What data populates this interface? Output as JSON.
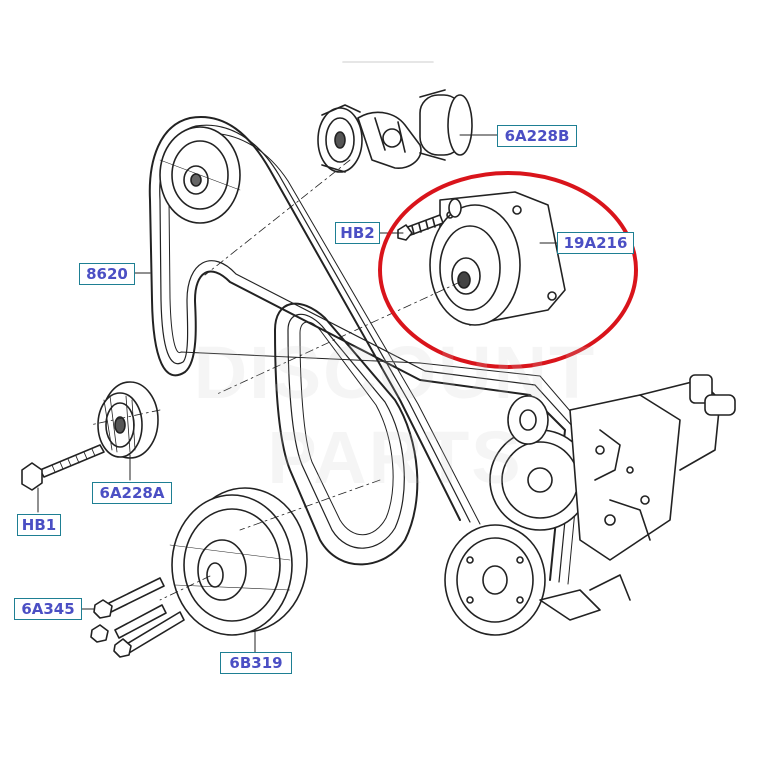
{
  "labels": {
    "tensioner": "6A228B",
    "bolt_hb2": "HB2",
    "pulley_19a216": "19A216",
    "belt": "8620",
    "idler": "6A228A",
    "bolt_hb1": "HB1",
    "bolts_6a345": "6A345",
    "crank_pulley": "6B319"
  },
  "watermark": "DISCOUNT PARTS",
  "colors": {
    "callout_border": "#1e7f93",
    "callout_text": "#4b4fc4",
    "highlight_ellipse": "#d9141b",
    "line_art": "#222222"
  }
}
